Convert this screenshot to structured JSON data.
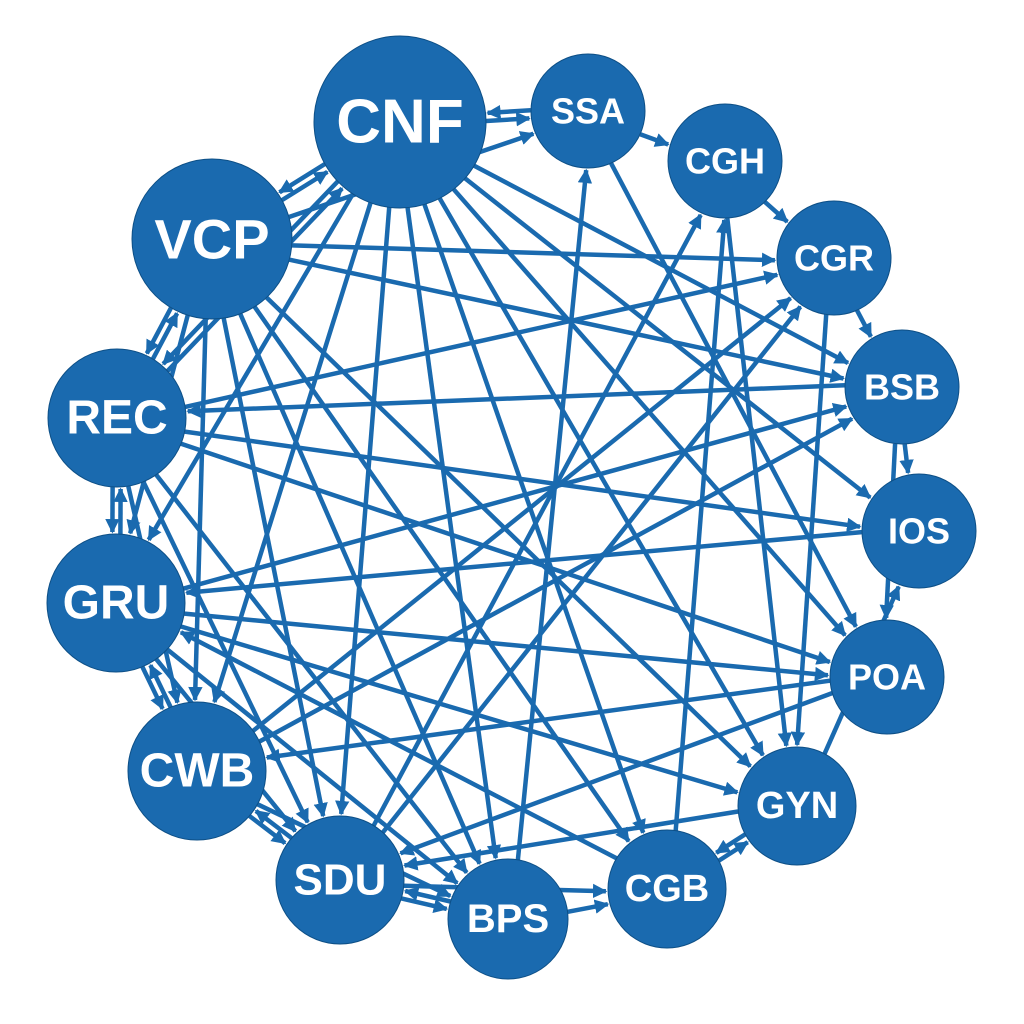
{
  "graph": {
    "nodes": [
      {
        "id": "CNF",
        "label": "CNF"
      },
      {
        "id": "SSA",
        "label": "SSA"
      },
      {
        "id": "CGH",
        "label": "CGH"
      },
      {
        "id": "CGR",
        "label": "CGR"
      },
      {
        "id": "BSB",
        "label": "BSB"
      },
      {
        "id": "IOS",
        "label": "IOS"
      },
      {
        "id": "POA",
        "label": "POA"
      },
      {
        "id": "GYN",
        "label": "GYN"
      },
      {
        "id": "CGB",
        "label": "CGB"
      },
      {
        "id": "BPS",
        "label": "BPS"
      },
      {
        "id": "SDU",
        "label": "SDU"
      },
      {
        "id": "CWB",
        "label": "CWB"
      },
      {
        "id": "GRU",
        "label": "GRU"
      },
      {
        "id": "REC",
        "label": "REC"
      },
      {
        "id": "VCP",
        "label": "VCP"
      }
    ],
    "edges": [
      [
        "CNF",
        "SSA"
      ],
      [
        "SSA",
        "CNF"
      ],
      [
        "CNF",
        "VCP"
      ],
      [
        "VCP",
        "CNF"
      ],
      [
        "CNF",
        "REC"
      ],
      [
        "REC",
        "CNF"
      ],
      [
        "CNF",
        "GRU"
      ],
      [
        "CNF",
        "CWB"
      ],
      [
        "CNF",
        "SDU"
      ],
      [
        "CNF",
        "BPS"
      ],
      [
        "CNF",
        "CGB"
      ],
      [
        "CNF",
        "GYN"
      ],
      [
        "CNF",
        "POA"
      ],
      [
        "CNF",
        "BSB"
      ],
      [
        "CNF",
        "IOS"
      ],
      [
        "VCP",
        "SSA"
      ],
      [
        "VCP",
        "CGR"
      ],
      [
        "VCP",
        "REC"
      ],
      [
        "REC",
        "VCP"
      ],
      [
        "VCP",
        "GRU"
      ],
      [
        "VCP",
        "CWB"
      ],
      [
        "VCP",
        "SDU"
      ],
      [
        "VCP",
        "BPS"
      ],
      [
        "VCP",
        "CGB"
      ],
      [
        "VCP",
        "GYN"
      ],
      [
        "VCP",
        "BSB"
      ],
      [
        "SSA",
        "CGH"
      ],
      [
        "SSA",
        "POA"
      ],
      [
        "BPS",
        "SSA"
      ],
      [
        "CGH",
        "CGR"
      ],
      [
        "CGH",
        "GYN"
      ],
      [
        "SDU",
        "CGH"
      ],
      [
        "CGB",
        "CGH"
      ],
      [
        "CGR",
        "BSB"
      ],
      [
        "CGR",
        "GYN"
      ],
      [
        "CWB",
        "CGR"
      ],
      [
        "SDU",
        "CGR"
      ],
      [
        "REC",
        "CGR"
      ],
      [
        "BSB",
        "IOS"
      ],
      [
        "BSB",
        "POA"
      ],
      [
        "BSB",
        "REC"
      ],
      [
        "GRU",
        "BSB"
      ],
      [
        "CWB",
        "BSB"
      ],
      [
        "REC",
        "IOS"
      ],
      [
        "GYN",
        "IOS"
      ],
      [
        "IOS",
        "GRU"
      ],
      [
        "POA",
        "CWB"
      ],
      [
        "POA",
        "SDU"
      ],
      [
        "GRU",
        "POA"
      ],
      [
        "REC",
        "POA"
      ],
      [
        "GYN",
        "SDU"
      ],
      [
        "GYN",
        "CGB"
      ],
      [
        "CGB",
        "GYN"
      ],
      [
        "GRU",
        "GYN"
      ],
      [
        "CGB",
        "GRU"
      ],
      [
        "BPS",
        "CGB"
      ],
      [
        "SDU",
        "CGB"
      ],
      [
        "BPS",
        "SDU"
      ],
      [
        "SDU",
        "BPS"
      ],
      [
        "CWB",
        "BPS"
      ],
      [
        "GRU",
        "BPS"
      ],
      [
        "SDU",
        "CWB"
      ],
      [
        "CWB",
        "SDU"
      ],
      [
        "GRU",
        "SDU"
      ],
      [
        "GRU",
        "CWB"
      ],
      [
        "CWB",
        "GRU"
      ],
      [
        "REC",
        "CWB"
      ],
      [
        "REC",
        "GRU"
      ],
      [
        "GRU",
        "REC"
      ],
      [
        "REC",
        "SDU"
      ],
      [
        "REC",
        "BPS"
      ]
    ]
  }
}
